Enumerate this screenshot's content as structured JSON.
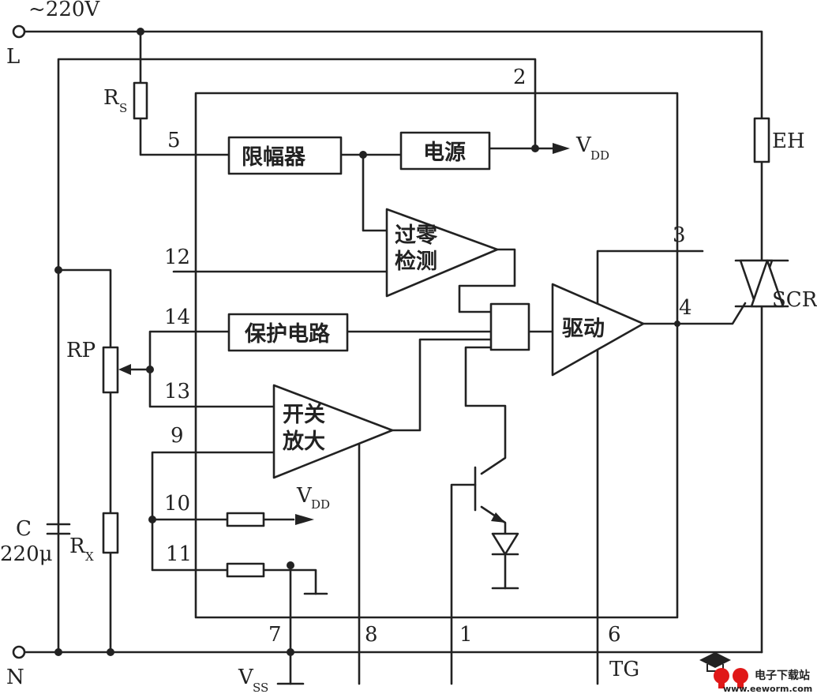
{
  "supply": {
    "voltage": "~220V",
    "line": "L",
    "neutral": "N"
  },
  "components": {
    "rs": {
      "main": "R",
      "sub": "S"
    },
    "eh": "EH",
    "scr": "SCR",
    "rp": "RP",
    "rx": {
      "main": "R",
      "sub": "X"
    },
    "cap_name": "C",
    "cap_value": "220μ",
    "vdd_main": "V",
    "vdd_sub": "DD",
    "vss_main": "V",
    "vss_sub": "SS",
    "tg": "TG"
  },
  "blocks": {
    "limiter": "限幅器",
    "power": "电源",
    "zero_cross_1": "过零",
    "zero_cross_2": "检测",
    "protection": "保护电路",
    "switch_amp_1": "开关",
    "switch_amp_2": "放大",
    "drive": "驱动"
  },
  "pins": {
    "p1": "1",
    "p2": "2",
    "p3": "3",
    "p4": "4",
    "p5": "5",
    "p6": "6",
    "p7": "7",
    "p8": "8",
    "p9": "9",
    "p10": "10",
    "p11": "11",
    "p12": "12",
    "p13": "13",
    "p14": "14"
  },
  "watermark": {
    "site": "电子下载站",
    "url": "www.eeworm.com"
  },
  "colors": {
    "ink": "#222222",
    "watermark_red": "#e01818"
  }
}
